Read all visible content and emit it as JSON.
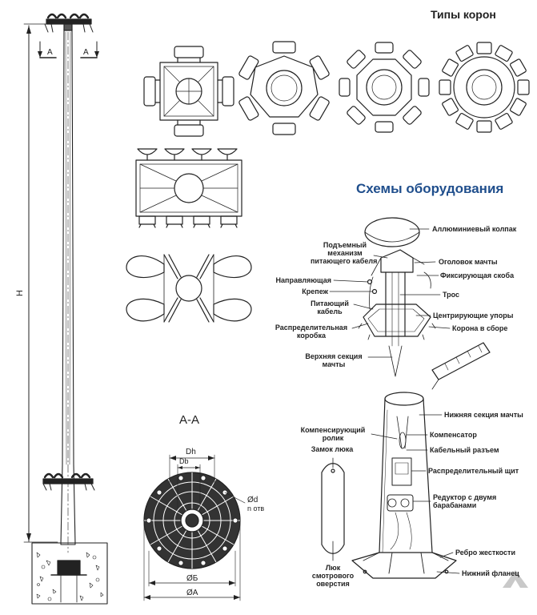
{
  "headings": {
    "crown_types": "Типы корон",
    "equipment_schemes": "Схемы оборудования",
    "section": "А-А"
  },
  "dimensions": {
    "a_left": "A",
    "a_right": "A",
    "height": "H",
    "dh": "Dh",
    "db": "Db",
    "holes_d": "Ød",
    "holes_n": "n отв",
    "diam_b": "ØБ",
    "diam_a": "ØА"
  },
  "upper_labels": {
    "cap": "Аллюминиевый колпак",
    "lift_1": "Подъемный",
    "lift_2": "механизм",
    "lift_3": "питающего кабеля",
    "mast_head": "Оголовок мачты",
    "guide": "Направляющая",
    "fix_bracket": "Фиксирующая скоба",
    "fastener": "Крепеж",
    "cable_rope": "Трос",
    "supply_1": "Питающий",
    "supply_2": "кабель",
    "centering": "Центрирующие упоры",
    "dist_box_1": "Распределительная",
    "dist_box_2": "коробка",
    "crown_assembly": "Корона в сборе",
    "upper_section_1": "Верхняя секция",
    "upper_section_2": "мачты"
  },
  "lower_labels": {
    "lower_section": "Нижняя секция мачты",
    "comp_roller_1": "Компенсирующий",
    "comp_roller_2": "ролик",
    "compensator": "Компенсатор",
    "cable_connector": "Кабельный разъем",
    "hatch_lock": "Замок люка",
    "dist_panel": "Распределительный щит",
    "reducer_1": "Редуктор с двумя",
    "reducer_2": "барабанами",
    "rib": "Ребро жесткости",
    "hatch_1": "Люк",
    "hatch_2": "смотрового",
    "hatch_3": "оверстия",
    "flange": "Нижний фланец"
  }
}
